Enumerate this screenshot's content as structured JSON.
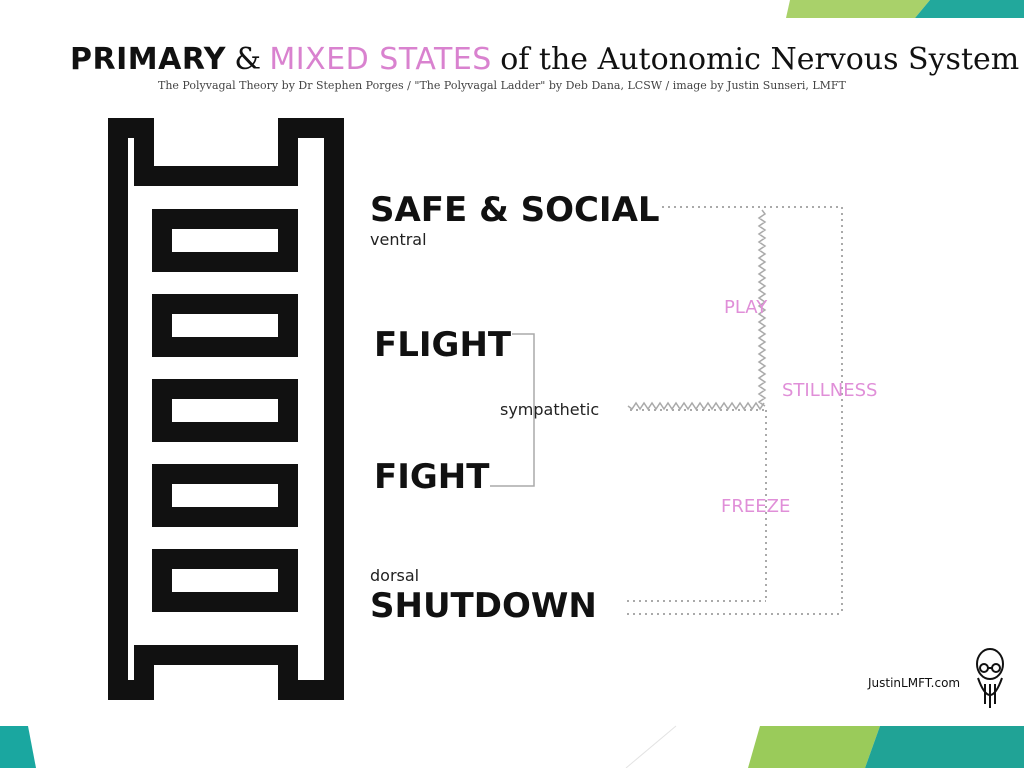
{
  "title": {
    "primary": "PRIMARY",
    "amp": "&",
    "mixed": "MIXED STATES",
    "rest": "of the Autonomic Nervous System"
  },
  "subtitle": "The Polyvagal Theory by Dr Stephen Porges / \"The Polyvagal Ladder\" by Deb Dana, LCSW / image by Justin Sunseri, LMFT",
  "states": {
    "safe_social": "SAFE & SOCIAL",
    "ventral": "ventral",
    "flight": "FLIGHT",
    "sympathetic": "sympathetic",
    "fight": "FIGHT",
    "dorsal": "dorsal",
    "shutdown": "SHUTDOWN"
  },
  "mixed_states": {
    "play": "PLAY",
    "stillness": "STILLNESS",
    "freeze": "FREEZE"
  },
  "site": "JustinLMFT.com",
  "colors": {
    "accent_pink": "#e08fd8",
    "corner_green": "#8bc34a",
    "corner_teal": "#1aa39a"
  }
}
